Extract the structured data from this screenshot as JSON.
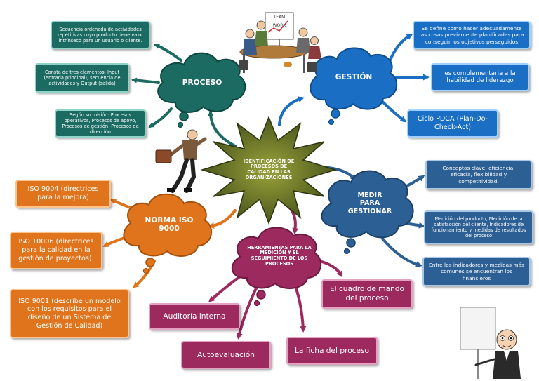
{
  "center": {
    "label": "IDENTIFICACIÓN DE PROCESOS DE CALIDAD EN LAS ORGANIZACIONES"
  },
  "nodes": {
    "proceso": {
      "title": "PROCESO",
      "items": [
        "Secuencia ordenada de actividades repetitivas cuyo producto tiene valor intrínseco para un usuario o cliente.",
        "Consta de tres elementos: Input (entrada principal), secuencia de actividades y Output (salida)",
        "Según su misión: Procesos operativos, Procesos de apoyo, Procesos de gestión, Procesos de dirección"
      ]
    },
    "gestion": {
      "title": "GESTIÓN",
      "items": [
        "Se define como hacer adecuadamente las cosas previamente planificadas para conseguir los objetivos perseguidos",
        "es complementaria a la habilidad de liderazgo",
        "Ciclo PDCA (Plan-Do-Check-Act)"
      ]
    },
    "medir": {
      "title": "MEDIR PARA GESTIONAR",
      "items": [
        "Conceptos clave: eficiencia, eficacia, flexibilidad y competitividad.",
        "Medición del producto, Medición de la satisfacción del cliente, Indicadores de funcionamiento y medidas de resultados del proceso",
        "Entre los indicadores y medidas más comunes se encuentran los financieros"
      ]
    },
    "norma": {
      "title": "NORMA ISO 9000",
      "items": [
        "ISO 9004 (directrices para la mejora)",
        "ISO 10006 (directrices para la calidad en la gestión de proyectos).",
        "ISO 9001 (describe un modelo con los requisitos para el diseño de un Sistema de Gestión de Calidad)"
      ]
    },
    "herramientas": {
      "title": "HERRAMIENTAS PARA LA MEDICIÓN Y EL SEGUIMIENTO DE LOS PROCESOS",
      "items": [
        "Auditoría interna",
        "Autoevaluación",
        "La ficha del proceso",
        "El cuadro de mando del proceso"
      ]
    }
  },
  "illustration": {
    "board_word_1": "TEAM",
    "board_word_2": "WORK"
  },
  "colors": {
    "teal": "#1b6b62",
    "blue": "#1a6fc4",
    "navy": "#2c5f94",
    "orange": "#e0741c",
    "magenta": "#9c2a5f",
    "star": "#5a6a1e"
  }
}
